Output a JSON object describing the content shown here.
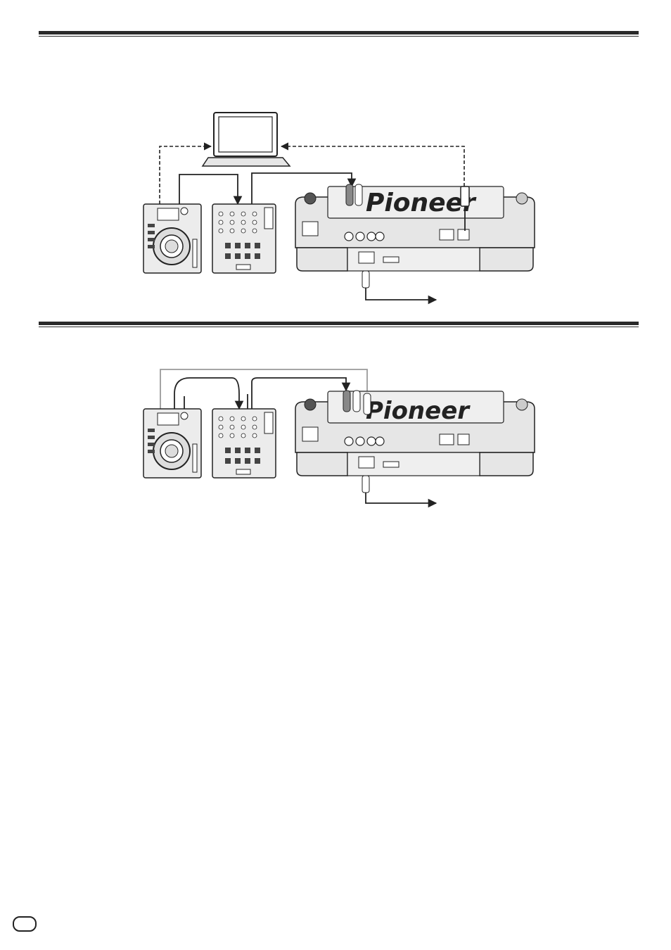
{
  "diagram1": {
    "brand": "Pioneer",
    "components": [
      "laptop",
      "cdj-player",
      "dj-mixer",
      "rear-panel-player"
    ]
  },
  "diagram2": {
    "brand": "Pioneer",
    "components": [
      "cdj-player",
      "dj-mixer",
      "rear-panel-player"
    ]
  },
  "colors": {
    "line": "#222222",
    "device_fill": "#e6e6e6",
    "device_dark": "#444444",
    "grey_cable": "#9a9a9a"
  }
}
